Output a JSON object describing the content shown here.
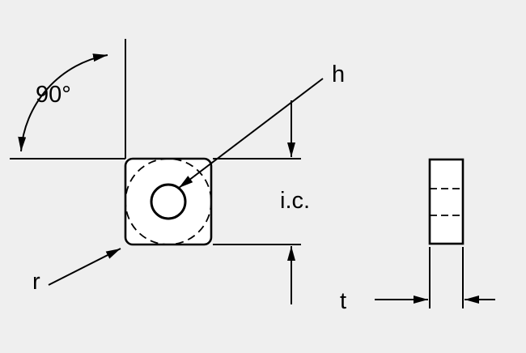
{
  "diagram": {
    "labels": {
      "angle": "90°",
      "hole": "h",
      "inscribed_circle": "i.c.",
      "corner_radius": "r",
      "thickness": "t"
    },
    "colors": {
      "background": "#efefef",
      "line": "#000000",
      "shape_fill": "#ffffff"
    }
  }
}
